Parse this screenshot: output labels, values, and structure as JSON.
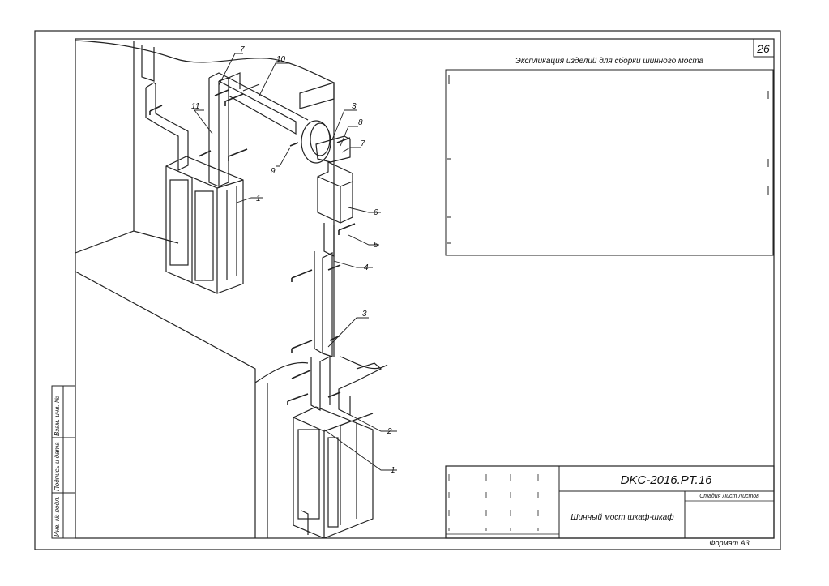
{
  "sheet_number": "26",
  "explication_title": "Экспликация изделий для сборки шинного моста",
  "doc_code": "DKC-2016.PT.16",
  "doc_name": "Шинный мост шкаф-шкаф",
  "format": "Формат А3",
  "stamp_fragment": "Стадия  Лист  Листов",
  "side_stamps": [
    "Взам. инв. №",
    "Подпись и дата",
    "Инв. № подл."
  ],
  "callouts": [
    "7",
    "10",
    "11",
    "3",
    "8",
    "7",
    "9",
    "1",
    "6",
    "5",
    "4",
    "3",
    "2",
    "1"
  ]
}
